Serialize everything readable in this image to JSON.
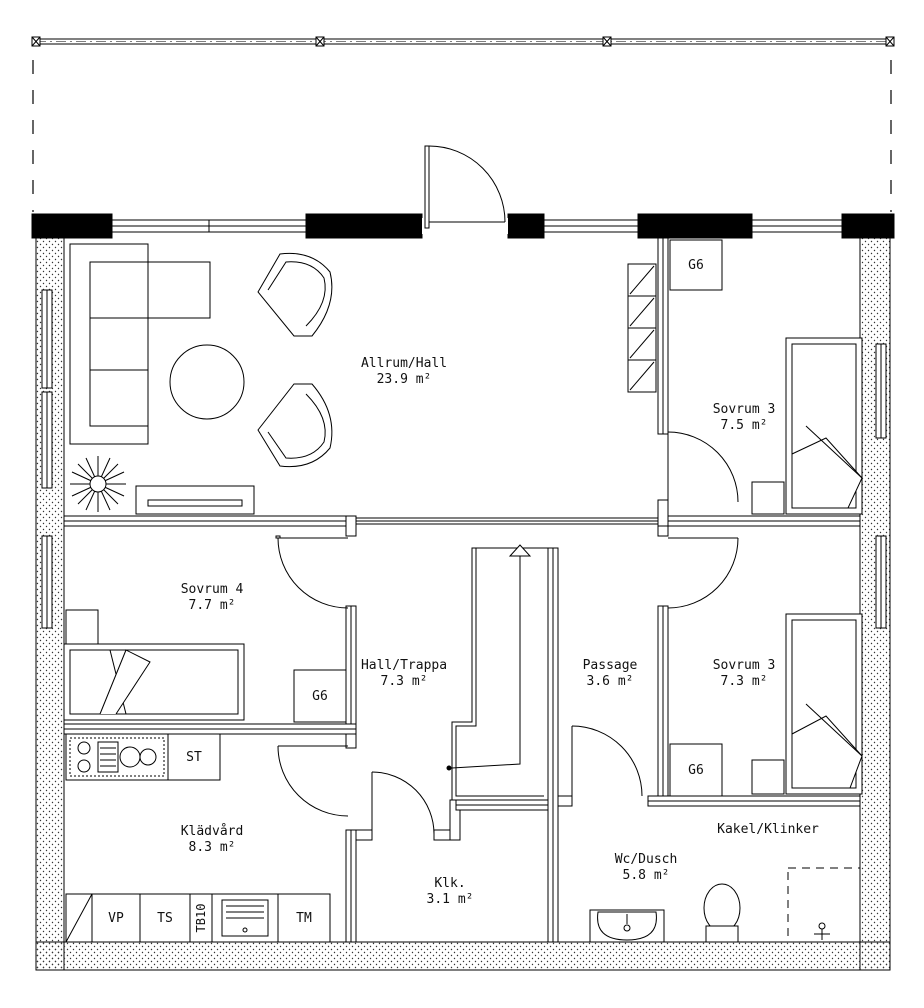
{
  "rooms": {
    "allrum": {
      "name": "Allrum/Hall",
      "area": "23.9 m²"
    },
    "sovrum3_top": {
      "name": "Sovrum 3",
      "area": "7.5 m²"
    },
    "sovrum4": {
      "name": "Sovrum 4",
      "area": "7.7 m²"
    },
    "hall_trappa": {
      "name": "Hall/Trappa",
      "area": "7.3 m²"
    },
    "passage": {
      "name": "Passage",
      "area": "3.6 m²"
    },
    "sovrum3_bottom": {
      "name": "Sovrum 3",
      "area": "7.3 m²"
    },
    "kladvard": {
      "name": "Klädvård",
      "area": "8.3 m²"
    },
    "klk": {
      "name": "Klk.",
      "area": "3.1 m²"
    },
    "wc_dusch": {
      "name": "Wc/Dusch",
      "area": "5.8 m²"
    }
  },
  "finish_note": "Kakel/Klinker",
  "appliances": {
    "g6_top": "G6",
    "g6_sovrum4": "G6",
    "g6_bottom": "G6",
    "st": "ST",
    "vp": "VP",
    "ts": "TS",
    "tb10": "TB10",
    "tm": "TM"
  },
  "icons": [
    "door-swing-icon",
    "bed-icon",
    "sofa-icon",
    "armchair-icon",
    "plant-icon",
    "toilet-icon",
    "sink-icon",
    "stove-icon",
    "shower-icon",
    "staircase-arrow-icon"
  ]
}
